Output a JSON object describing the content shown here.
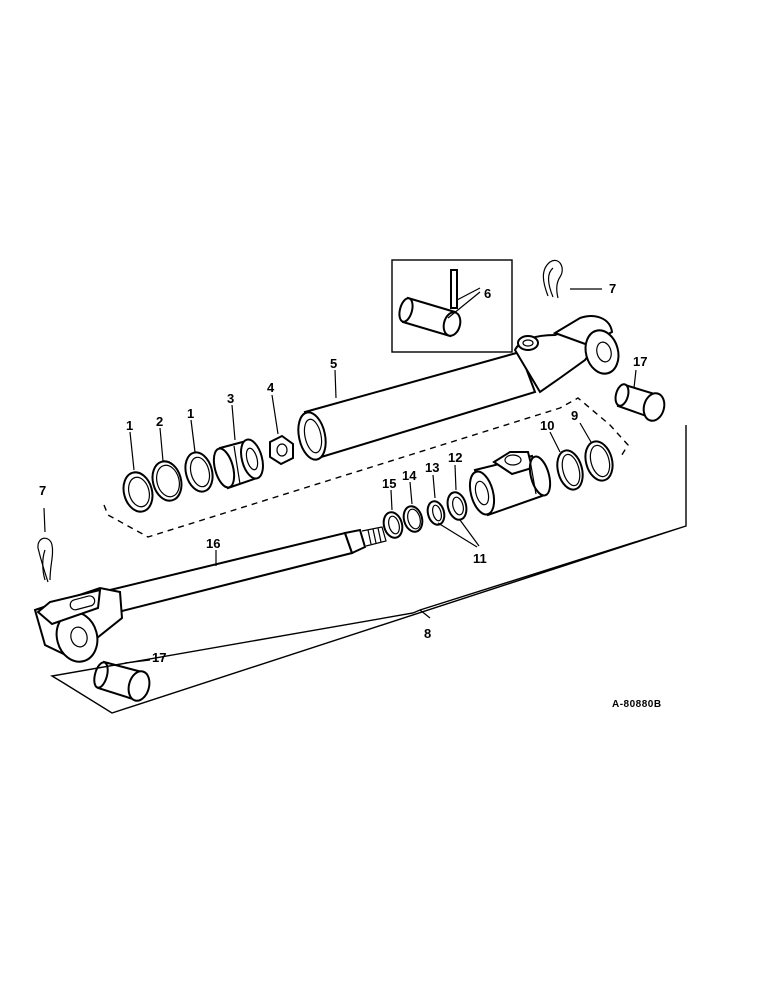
{
  "diagram": {
    "callouts": {
      "c1a": "1",
      "c2": "2",
      "c1b": "1",
      "c3": "3",
      "c4": "4",
      "c5": "5",
      "c6": "6",
      "c7a": "7",
      "c7b": "7",
      "c8": "8",
      "c9": "9",
      "c10": "10",
      "c11": "11",
      "c12": "12",
      "c13": "13",
      "c14": "14",
      "c15": "15",
      "c16": "16",
      "c17a": "17",
      "c17b": "17"
    },
    "reference_code": "A-80880B"
  }
}
